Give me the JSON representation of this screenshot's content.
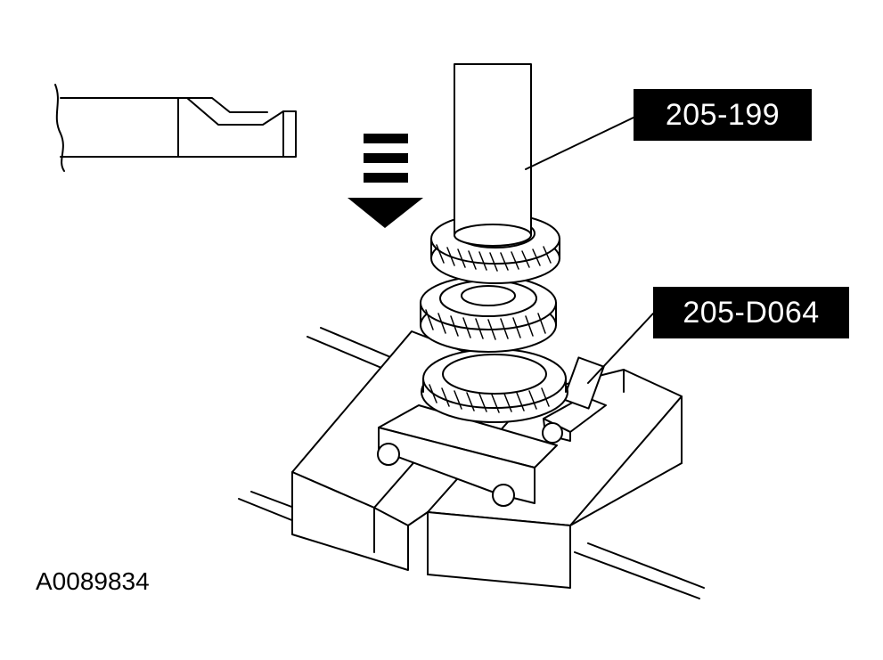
{
  "callouts": {
    "tool_upper": "205-199",
    "tool_lower": "205-D064"
  },
  "figure_id": "A0089834",
  "icons": {
    "direction_arrow": "down-arrow-icon",
    "tool_tip_detail": "driver-tip-icon"
  },
  "colors": {
    "line": "#000000",
    "background": "#ffffff",
    "callout_bg": "#000000",
    "callout_text": "#ffffff"
  }
}
